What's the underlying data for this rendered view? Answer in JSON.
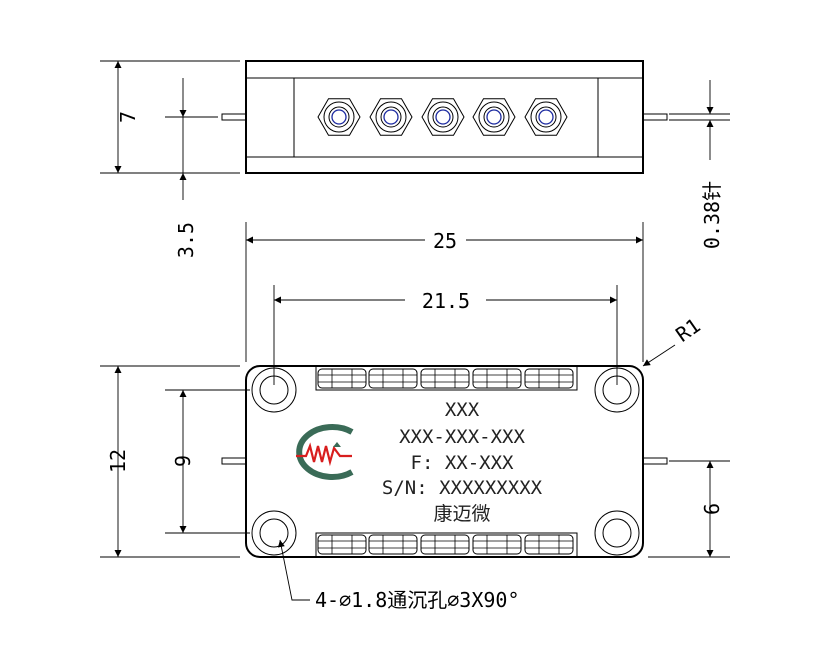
{
  "dimensions": {
    "height_7": "7",
    "height_3_5": "3.5",
    "pin_0_38": "0.38针",
    "width_25": "25",
    "width_21_5": "21.5",
    "radius_r1": "R1",
    "height_12": "12",
    "height_9": "9",
    "height_6": "6"
  },
  "label": {
    "line1": "XXX",
    "line2": "XXX-XXX-XXX",
    "line3": "F: XX-XXX",
    "line4": "S/N: XXXXXXXXX",
    "line5": "康迈微"
  },
  "hole_note": "4-∅1.8通沉孔∅3X90°",
  "colors": {
    "line": "#000000",
    "logo_green": "#3a6b57",
    "logo_red": "#d81e1e",
    "connector_blue": "#1c2aa0"
  }
}
